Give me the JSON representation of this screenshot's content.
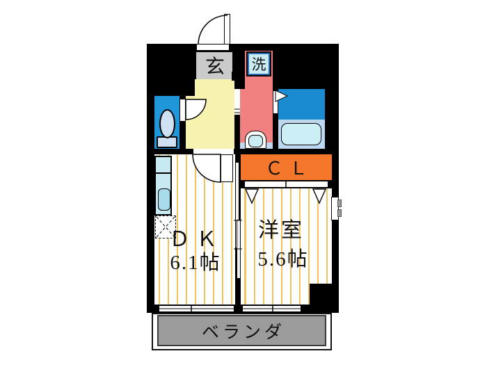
{
  "floorplan": {
    "entrance": {
      "label": "玄"
    },
    "laundry": {
      "label": "洗"
    },
    "closet": {
      "label": "ＣＬ"
    },
    "dining_kitchen": {
      "name": "ＤＫ",
      "size": "6.1帖"
    },
    "western_room": {
      "name": "洋室",
      "size": "5.6帖"
    },
    "veranda": {
      "label": "ベランダ"
    }
  },
  "colors": {
    "wall": "#000000",
    "entrance_floor": "#cacaca",
    "hall_floor": "#f7f3ae",
    "toilet_room": "#2196d8",
    "bathroom_upper": "#1b8bd0",
    "bathroom_lower": "#bdd8f0",
    "bathtub": "#cbeff5",
    "washroom": "#f28080",
    "laundry_fill": "#c9edf2",
    "laundry_border": "#2a6db5",
    "closet": "#f4772c",
    "floor_stripe": "#f2c25e",
    "kitchen": "#c6e9f2",
    "kitchen_sink": "#a9dcea",
    "fixture": "#cfe2f4",
    "sink_band": "#c3d9ef",
    "veranda": "#9b9b9b",
    "window_nub": "#9a9a9a"
  }
}
